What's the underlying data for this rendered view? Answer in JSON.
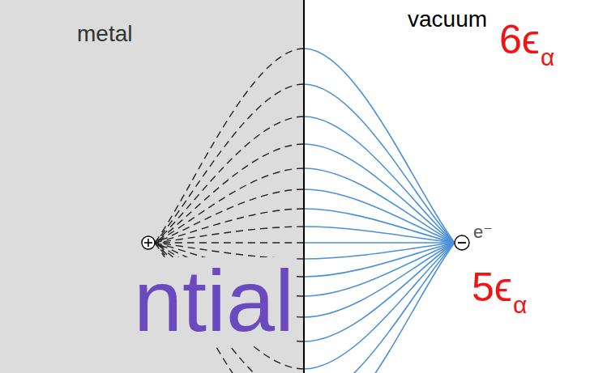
{
  "diagram": {
    "labels": [
      "metal",
      "vacuum",
      "6ϵ",
      "α",
      "5ϵ",
      "α",
      "e⁻",
      "ntial"
    ]
  }
}
